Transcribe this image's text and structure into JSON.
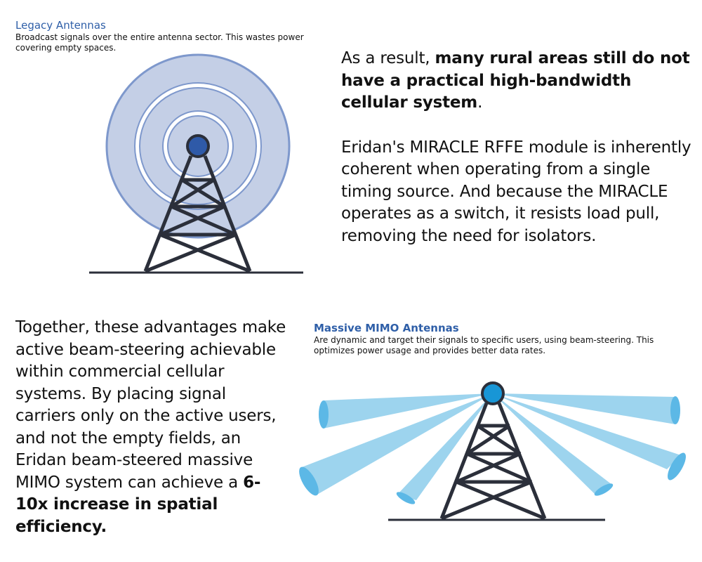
{
  "legacy": {
    "title": "Legacy Antennas",
    "description": "Broadcast signals over the entire antenna sector. This wastes power covering empty spaces.",
    "ring_color": "#c4cfe6",
    "ring_stroke": "#7e98cc",
    "node_color": "#2f5aa8"
  },
  "mimo": {
    "title": "Massive MIMO Antennas",
    "description": "Are dynamic and target their signals to specific users, using beam-steering. This optimizes power usage and provides better data rates.",
    "beam_color": "#9dd4ee",
    "beam_end_color": "#5cb8e6",
    "node_color": "#1896d6"
  },
  "paragraph_result": {
    "prefix": "As a result, ",
    "bold": "many rural areas still do not have a practical high-bandwidth cellular system",
    "suffix": "."
  },
  "paragraph_miracle": {
    "text": "Eridan's MIRACLE RFFE module is inherently coherent when operating from a single timing source. And because the MIRACLE operates as a switch, it resists load pull, removing the need for isolators."
  },
  "paragraph_together": {
    "text": "Together, these advantages make active beam-steering achievable within commercial cellular systems. By placing signal carriers only on the active users, and not the empty fields, an Eridan beam-steered massive MIMO system can achieve a ",
    "bold": "6-10x increase in spatial efficiency."
  },
  "tower_color": "#2b2f3a"
}
